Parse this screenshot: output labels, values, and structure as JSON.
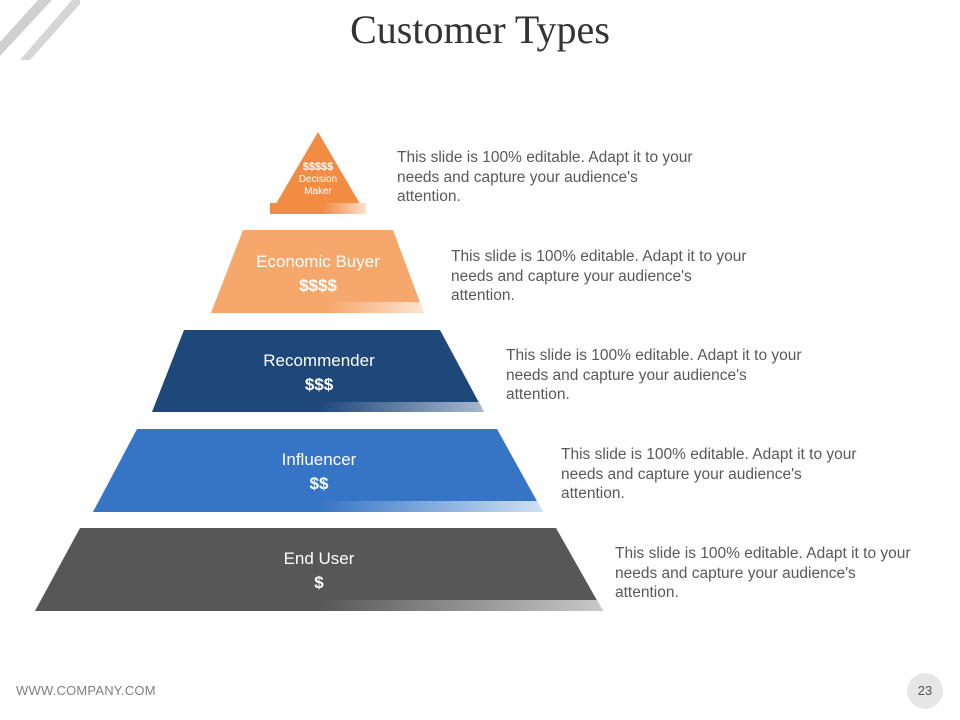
{
  "slide": {
    "title": "Customer Types",
    "footer_url": "WWW.COMPANY.COM",
    "page_number": "23"
  },
  "colors": {
    "tier1": "#f28c43",
    "tier2": "#f6a76c",
    "tier3": "#1e477a",
    "tier4": "#3674c5",
    "tier5": "#575757",
    "text_gray": "#595959"
  },
  "tiers": [
    {
      "price": "$$$$$",
      "name": "Decision Maker",
      "description": "This slide is 100% editable. Adapt it to your needs and capture your audience's attention."
    },
    {
      "name": "Economic Buyer",
      "price": "$$$$",
      "description": "This slide is 100% editable. Adapt it to your needs and capture your audience's attention."
    },
    {
      "name": "Recommender",
      "price": "$$$",
      "description": "This slide is 100% editable. Adapt it to your needs and capture your audience's attention."
    },
    {
      "name": "Influencer",
      "price": "$$",
      "description": "This slide is 100% editable. Adapt it to your needs and capture your audience's attention."
    },
    {
      "name": "End User",
      "price": "$",
      "description": "This slide is 100% editable. Adapt it to your needs and capture your audience's attention."
    }
  ]
}
